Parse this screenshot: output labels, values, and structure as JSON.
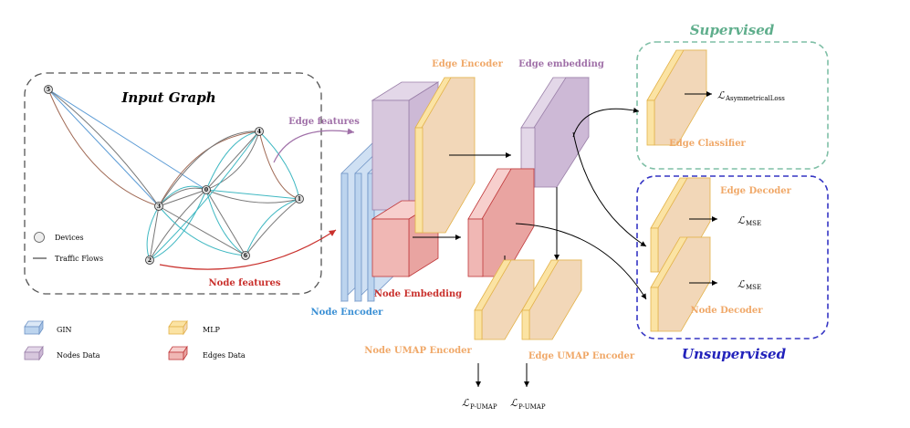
{
  "colors": {
    "gin": "#bcd4ee",
    "gin_border": "#6f94c6",
    "mlp": "#f2d7b8",
    "mlp_border": "#e3b24a",
    "mlp_front": "#fbe3a3",
    "nodes_data": "#d7c7dd",
    "nodes_data_border": "#9a7fa8",
    "edges_data": "#f0b7b4",
    "edges_data_border": "#c0393b",
    "supervised": "#7fbfa6",
    "unsupervised": "#3535c4",
    "node_features": "#c9302c",
    "edge_features": "#a070a8",
    "edge_lines_teal": "#3fb8c2",
    "edge_lines_brown": "#a06a55",
    "edge_lines_gray": "#777777",
    "edge_lines_blue": "#5b9bd5"
  },
  "graph": {
    "title": "Input Graph",
    "legend": {
      "devices": "Devices",
      "traffic_flows": "Traffic Flows"
    },
    "nodes": [
      {
        "id": "5",
        "label": "5"
      },
      {
        "id": "4",
        "label": "4"
      },
      {
        "id": "0",
        "label": "0"
      },
      {
        "id": "1",
        "label": "1"
      },
      {
        "id": "3",
        "label": "3"
      },
      {
        "id": "6",
        "label": "6"
      },
      {
        "id": "2",
        "label": "2"
      }
    ]
  },
  "labels": {
    "edge_features": "Edge features",
    "node_features": "Node features",
    "node_encoder": "Node Encoder",
    "edge_encoder": "Edge Encoder",
    "node_embedding": "Node Embedding",
    "edge_embedding": "Edge embedding",
    "node_umap_encoder": "Node UMAP Encoder",
    "edge_umap_encoder": "Edge UMAP Encoder",
    "edge_classifier": "Edge Classifier",
    "edge_decoder": "Edge Decoder",
    "node_decoder": "Node Decoder",
    "supervised": "Supervised",
    "unsupervised": "Unsupervised"
  },
  "losses": {
    "symbol": "ℒ",
    "asymmetrical": "AsymmetricalLoss",
    "mse": "MSE",
    "p_umap": "P-UMAP"
  },
  "legend": {
    "gin": "GIN",
    "mlp": "MLP",
    "nodes_data": "Nodes Data",
    "edges_data": "Edges Data"
  }
}
